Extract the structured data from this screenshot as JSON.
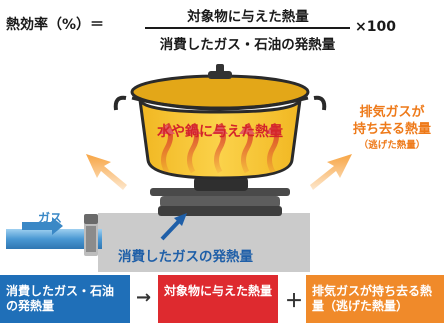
{
  "formula": {
    "left": "熱効率（%）＝",
    "numerator": "対象物に与えた熱量",
    "denominator": "消費したガス・石油の発熱量",
    "multiplier": "×100"
  },
  "pot_label": "水や鍋に与えた熱量",
  "exhaust": {
    "line1": "排気ガスが",
    "line2": "持ち去る熱量",
    "line3": "（逃げた熱量）"
  },
  "gas_label": "ガス",
  "consumed_label": "消費したガスの発熱量",
  "boxes": {
    "consumed": "消費したガス・石油の発熱量",
    "given": "対象物に与えた熱量",
    "exhaust": "排気ガスが持ち去る熱量（逃げた熱量）"
  },
  "operators": {
    "arrow": "→",
    "plus": "＋"
  },
  "colors": {
    "pot_yellow": "#f7c72e",
    "pot_outline": "#2a2a2a",
    "heat_red": "#d4252a",
    "exhaust_orange": "#ee7a1a",
    "gas_blue": "#3a88c6",
    "consumed_blue": "#1f6fb8",
    "stove_gray": "#c6c6c6"
  }
}
